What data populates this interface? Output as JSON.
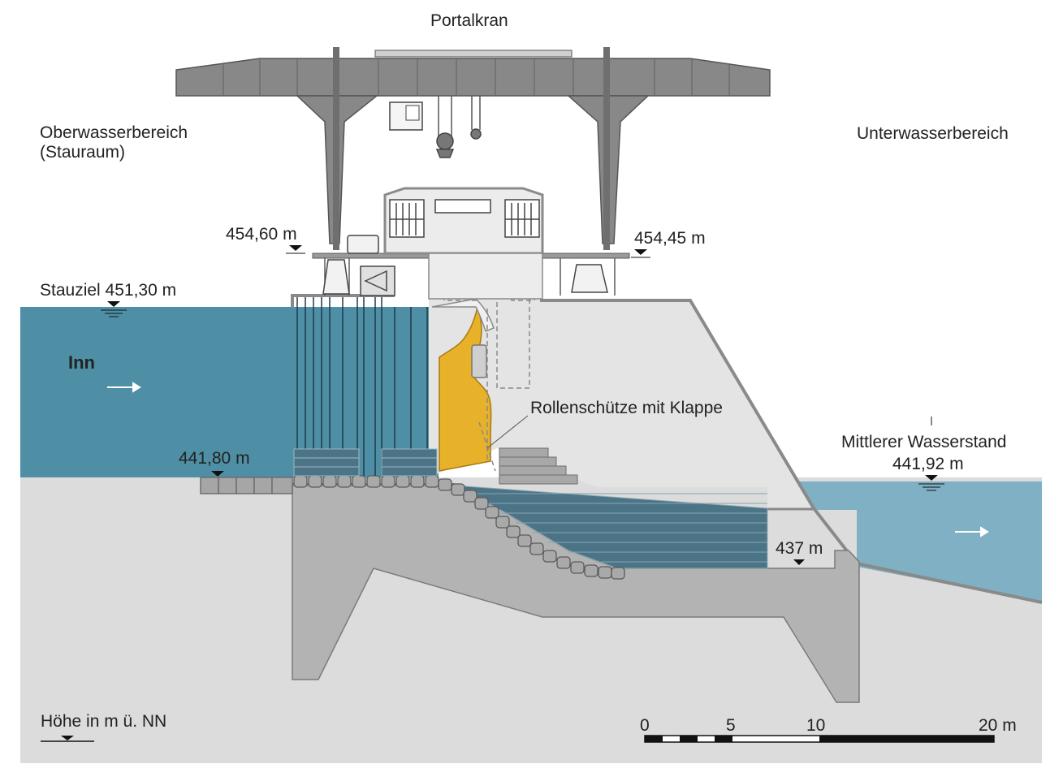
{
  "title": "Portalkran",
  "labels": {
    "upstream_area_line1": "Oberwasserbereich",
    "upstream_area_line2": "(Stauraum)",
    "downstream_area": "Unterwasserbereich",
    "river_name": "Inn",
    "gate": "Rollenschütze mit Klappe",
    "mean_water_level_title": "Mittlerer Wasserstand",
    "height_unit": "Höhe in m ü. NN"
  },
  "elevations": {
    "crane_rail_left": "454,60 m",
    "crane_rail_right": "454,45 m",
    "stauziel": "Stauziel 451,30 m",
    "sill_upstream": "441,80 m",
    "mean_water_level": "441,92 m",
    "basin_floor": "437 m"
  },
  "scale_bar": {
    "ticks": [
      "0",
      "5",
      "10",
      "20 m"
    ],
    "tick_values": [
      0,
      5,
      10,
      20
    ]
  },
  "colors": {
    "upstream_water": "#4e8fa6",
    "downstream_water": "#7fb0c4",
    "ground": "#dcdcdc",
    "concrete": "#b3b3b3",
    "pier": "#e4e4e4",
    "crane": "#888888",
    "gate": "#e8b12a",
    "riprap_dark": "#3f6e80",
    "outline": "#8a8a8a"
  }
}
